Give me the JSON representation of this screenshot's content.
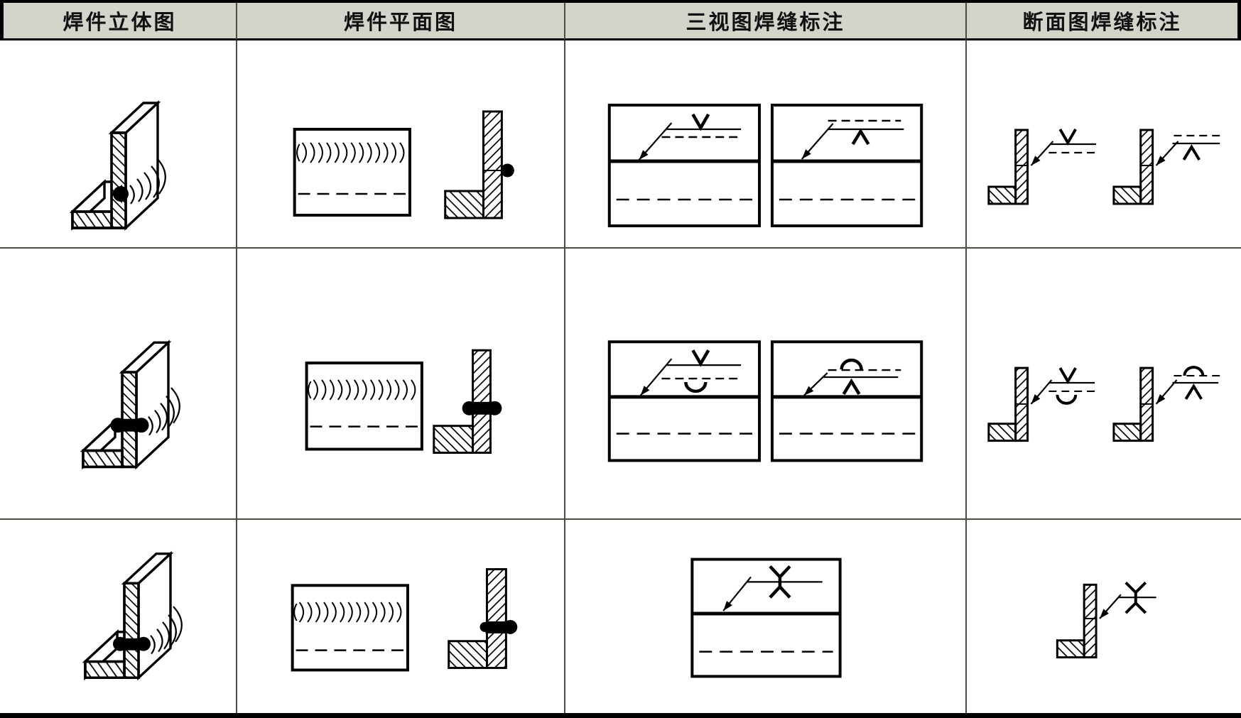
{
  "table": {
    "headers": [
      {
        "label": "焊件立体图"
      },
      {
        "label": "焊件平面图"
      },
      {
        "label": "三视图焊缝标注"
      },
      {
        "label": "断面图焊缝标注"
      }
    ],
    "rows": [
      {
        "pictorial": "angle-weldment-3d-weld-one-side",
        "plan": "plan-view-weld-ripples-and-l-section-weld-outer-side",
        "three_view": "front-view-v-symbol-above-line; side-view-v-symbol-below-line-with-dashed",
        "section": "l-section-v-symbol-arrow-side; l-section-v-symbol-other-side"
      },
      {
        "pictorial": "angle-weldment-3d-weld-both-sides",
        "plan": "plan-view-weld-ripples-and-l-section-weld-both-sides",
        "three_view": "front-view-v-symbol-with-back-weld-cup; side-view-arch-above-dashed-and-v-below-line",
        "section": "l-section-v-with-back-weld-symbol; l-section-arch-and-v-symbol"
      },
      {
        "pictorial": "angle-weldment-3d-weld-both-sides-lower",
        "plan": "plan-view-weld-ripples-and-l-section-weld-both-sides",
        "three_view": "front-view-double-v-x-symbol",
        "section": "l-section-double-v-x-symbol"
      }
    ]
  },
  "colors": {
    "header_bg": "#d4d4cb",
    "grid_line": "#4c4c40",
    "ink": "#000000"
  }
}
